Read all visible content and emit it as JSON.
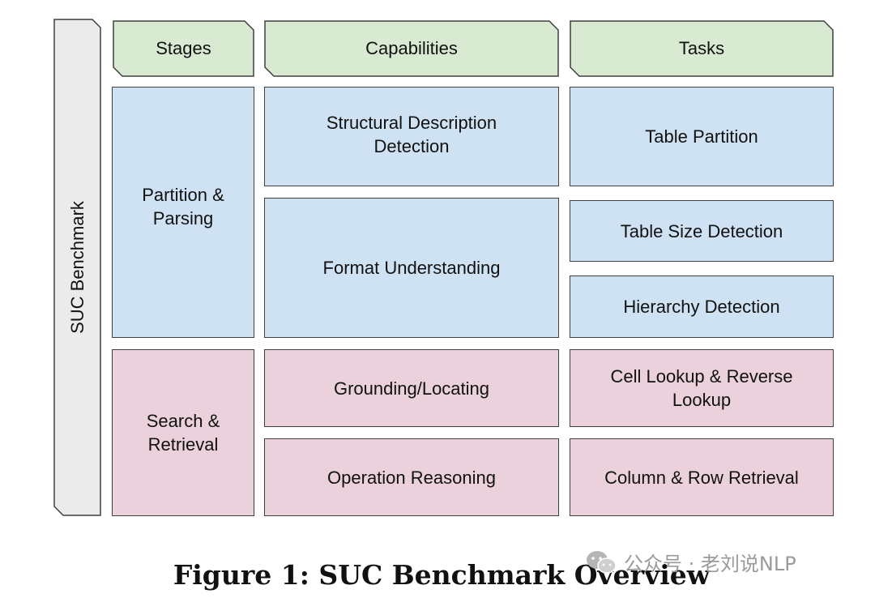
{
  "side_label": "SUC Benchmark",
  "headers": {
    "stages": "Stages",
    "capabilities": "Capabilities",
    "tasks": "Tasks"
  },
  "stages": {
    "partition": "Partition &\nParsing",
    "search": "Search &\nRetrieval"
  },
  "capabilities": {
    "structural": "Structural Description\nDetection",
    "format": "Format Understanding",
    "grounding": "Grounding/Locating",
    "operation": "Operation Reasoning"
  },
  "tasks": {
    "partition": "Table Partition",
    "size": "Table Size Detection",
    "hierarchy": "Hierarchy Detection",
    "lookup": "Cell Lookup & Reverse\nLookup",
    "retrieval": "Column & Row Retrieval"
  },
  "caption": "Figure 1: SUC Benchmark Overview",
  "watermark": "公众号 · 老刘说NLP",
  "watermark_icon": "wechat-icon",
  "colors": {
    "header": "#d9ead3",
    "blue": "#cfe2f3",
    "pink": "#ead1dc",
    "border": "#3f3f3f"
  }
}
